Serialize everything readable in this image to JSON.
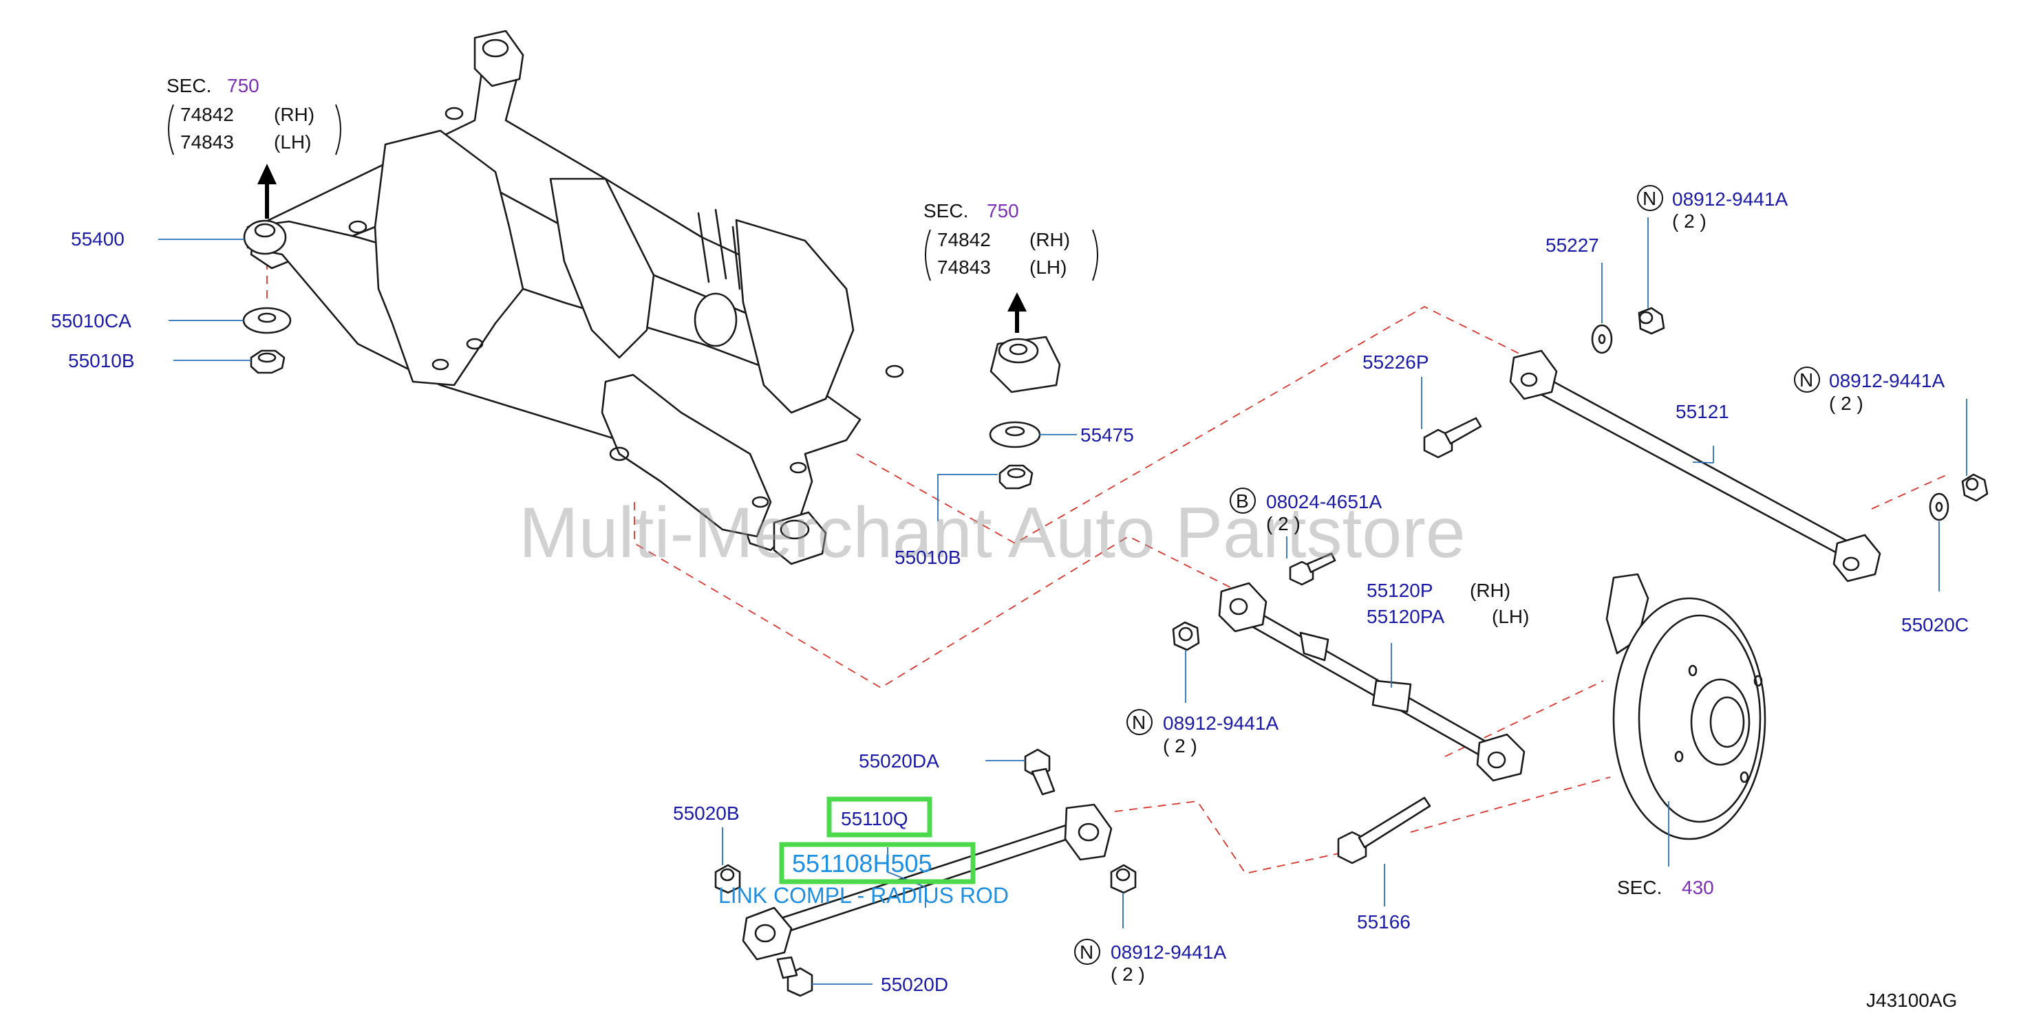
{
  "watermark": "Multi-Merchant Auto Partstore",
  "diagram_code": "J43100AG",
  "sections": {
    "sec_label": "SEC.",
    "left": {
      "number": "750",
      "rows": [
        [
          "74842",
          "(RH)"
        ],
        [
          "74843",
          "(LH)"
        ]
      ]
    },
    "right": {
      "number": "750",
      "rows": [
        [
          "74842",
          "(RH)"
        ],
        [
          "74843",
          "(LH)"
        ]
      ]
    },
    "hub": {
      "number": "430"
    }
  },
  "labels": {
    "p55400": "55400",
    "p55010CA": "55010CA",
    "p55010B_left": "55010B",
    "p55475": "55475",
    "p55010B_mid": "55010B",
    "p55227": "55227",
    "n1_code": "08912-9441A",
    "n1_qty": "( 2 )",
    "p55226P": "55226P",
    "p55121": "55121",
    "n2_code": "08912-9441A",
    "n2_qty": "( 2 )",
    "b1_code": "08024-4651A",
    "b1_qty": "( 2 )",
    "p55120P": "55120P",
    "p55120P_side": "(RH)",
    "p55120PA": "55120PA",
    "p55120PA_side": "(LH)",
    "p55020C": "55020C",
    "n3_code": "08912-9441A",
    "n3_qty": "( 2 )",
    "p55020DA": "55020DA",
    "p55020B": "55020B",
    "p55110Q": "55110Q",
    "highlight_part": "551108H505",
    "highlight_desc": "LINK COMPL - RADIUS ROD",
    "n4_code": "08912-9441A",
    "n4_qty": "( 2 )",
    "p55166": "55166",
    "p55020D": "55020D"
  },
  "badges": {
    "N": "N",
    "B": "B"
  },
  "colors": {
    "label": "#1a1aa6",
    "section": "#7a2fb5",
    "highlight_box": "#4cd94c",
    "highlight_text": "#1e8fe0",
    "dashed": "#d9342b"
  }
}
